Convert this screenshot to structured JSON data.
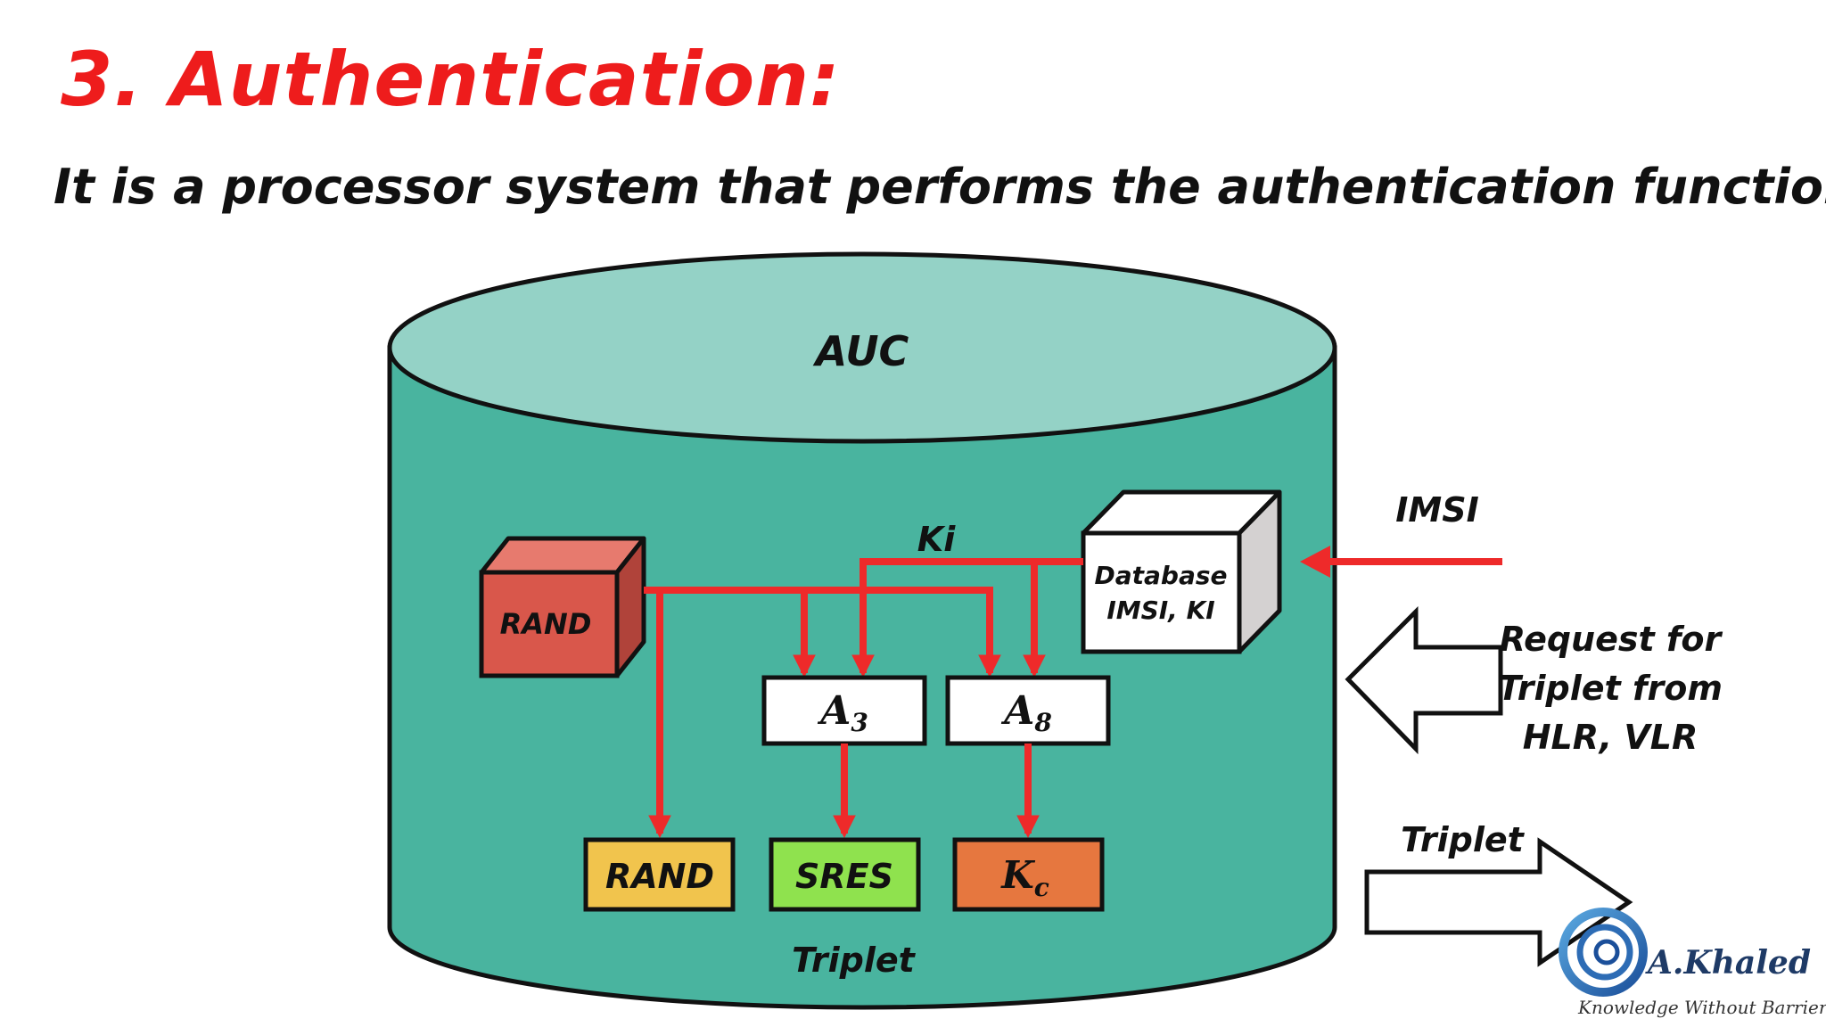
{
  "title": "3. Authentication:",
  "subtitle": "It is a processor system that performs the authentication function",
  "diagram": {
    "cylinder_label": "AUC",
    "rand_cube_label": "RAND",
    "ki_label": "Ki",
    "database_line1": "Database",
    "database_line2": "IMSI, KI",
    "a3_label": "A",
    "a3_sub": "3",
    "a8_label": "A",
    "a8_sub": "8",
    "out_rand": "RAND",
    "out_sres": "SRES",
    "out_kc": "K",
    "out_kc_sub": "c",
    "triplet_caption": "Triplet",
    "imsi_label": "IMSI",
    "request_line1": "Request for",
    "request_line2": "Triplet from",
    "request_line3": "HLR, VLR",
    "triplet_out_label": "Triplet"
  },
  "logo": {
    "name": "A.Khaled",
    "tagline": "Knowledge Without Barriers"
  },
  "colors": {
    "title": "#ee1c1c",
    "cylinder_body": "#49b49f",
    "cylinder_top": "#94d2c6",
    "arrow_red": "#ee2a2a",
    "rand_cube": "#d9574b",
    "out_rand": "#f1c44d",
    "out_sres": "#8fe24e",
    "out_kc": "#e6773f"
  }
}
